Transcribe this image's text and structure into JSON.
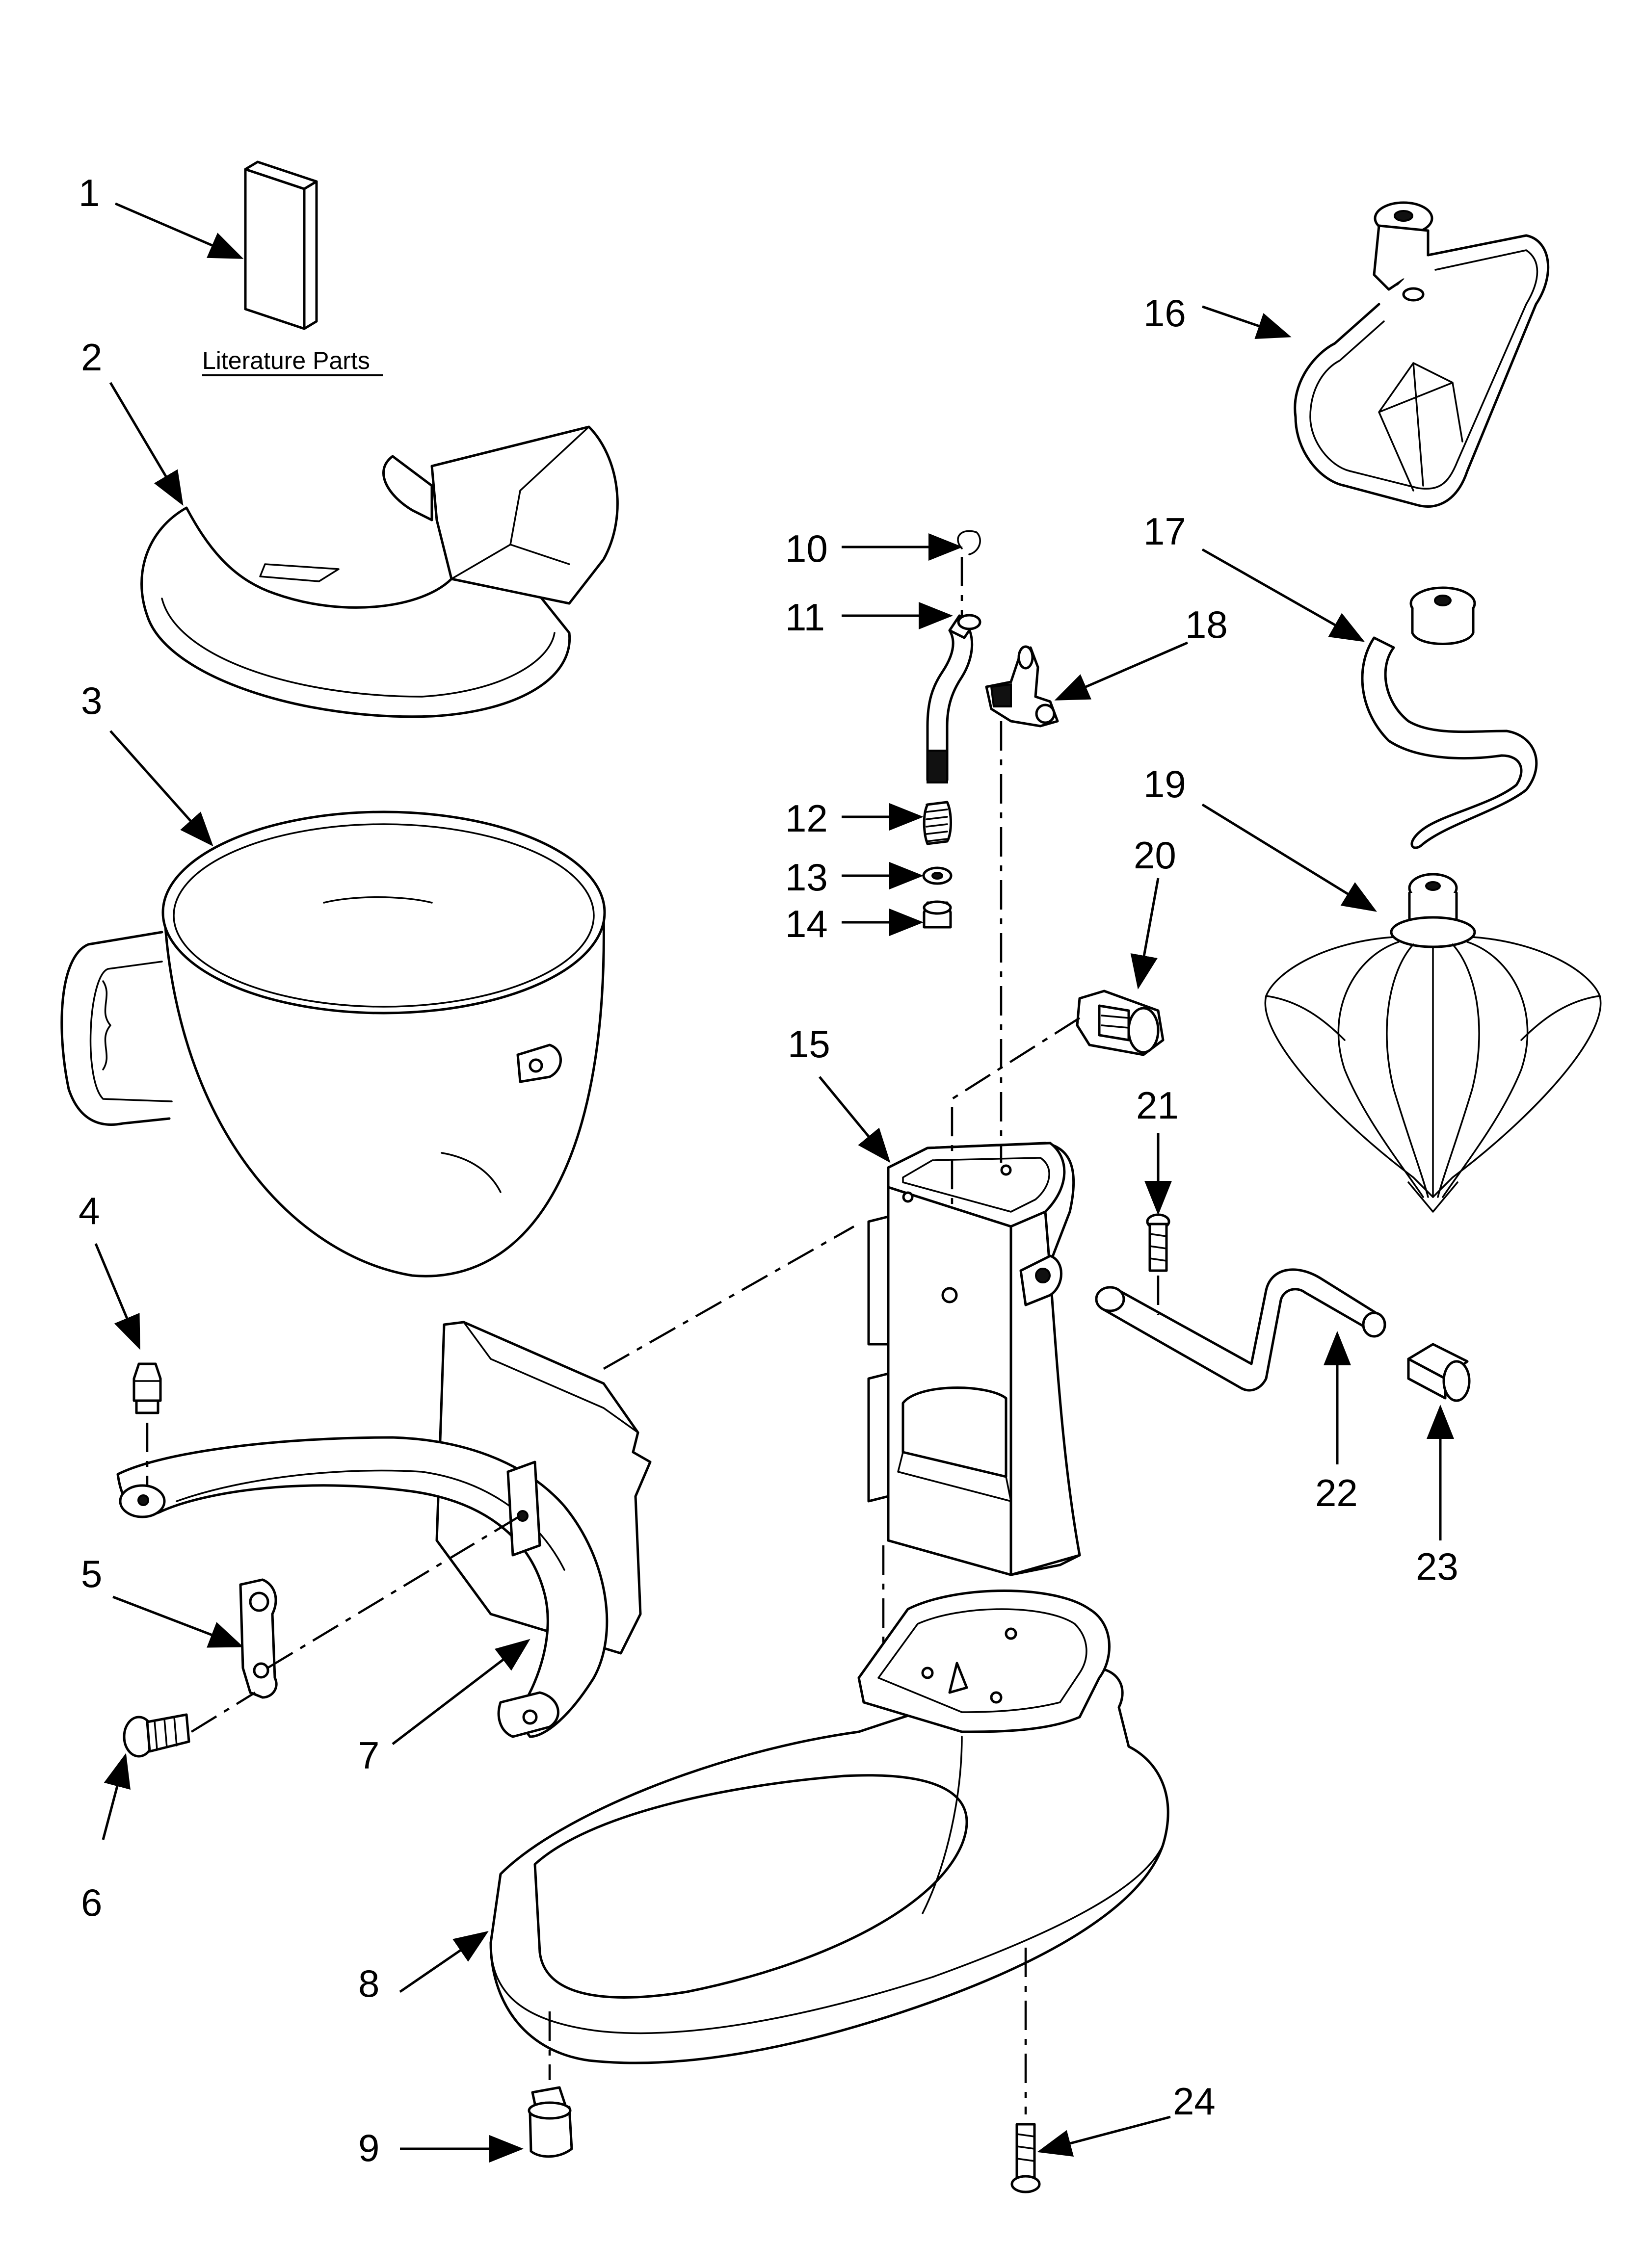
{
  "diagram": {
    "caption": "Literature Parts",
    "callouts": [
      "1",
      "2",
      "3",
      "4",
      "5",
      "6",
      "7",
      "8",
      "9",
      "10",
      "11",
      "12",
      "13",
      "14",
      "15",
      "16",
      "17",
      "18",
      "19",
      "20",
      "21",
      "22",
      "23",
      "24"
    ]
  },
  "colors": {
    "line": "#000000",
    "background": "#ffffff"
  }
}
